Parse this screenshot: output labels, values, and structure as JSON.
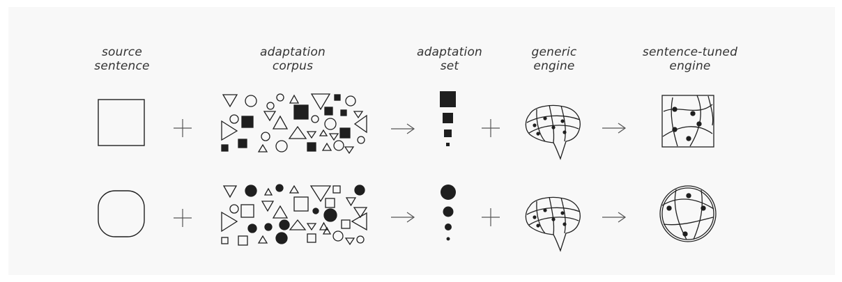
{
  "columns": [
    {
      "id": "source",
      "lines": [
        "source",
        "sentence"
      ]
    },
    {
      "id": "corpus",
      "lines": [
        "adaptation",
        "corpus"
      ]
    },
    {
      "id": "set",
      "lines": [
        "adaptation",
        "set"
      ]
    },
    {
      "id": "generic",
      "lines": [
        "generic",
        "engine"
      ]
    },
    {
      "id": "tuned",
      "lines": [
        "sentence-tuned",
        "engine"
      ]
    }
  ],
  "rows": [
    {
      "shape": "square"
    },
    {
      "shape": "circle"
    }
  ],
  "colors": {
    "ink": "#1f1f1f",
    "background": "#f8f8f8",
    "label": "#333333"
  }
}
